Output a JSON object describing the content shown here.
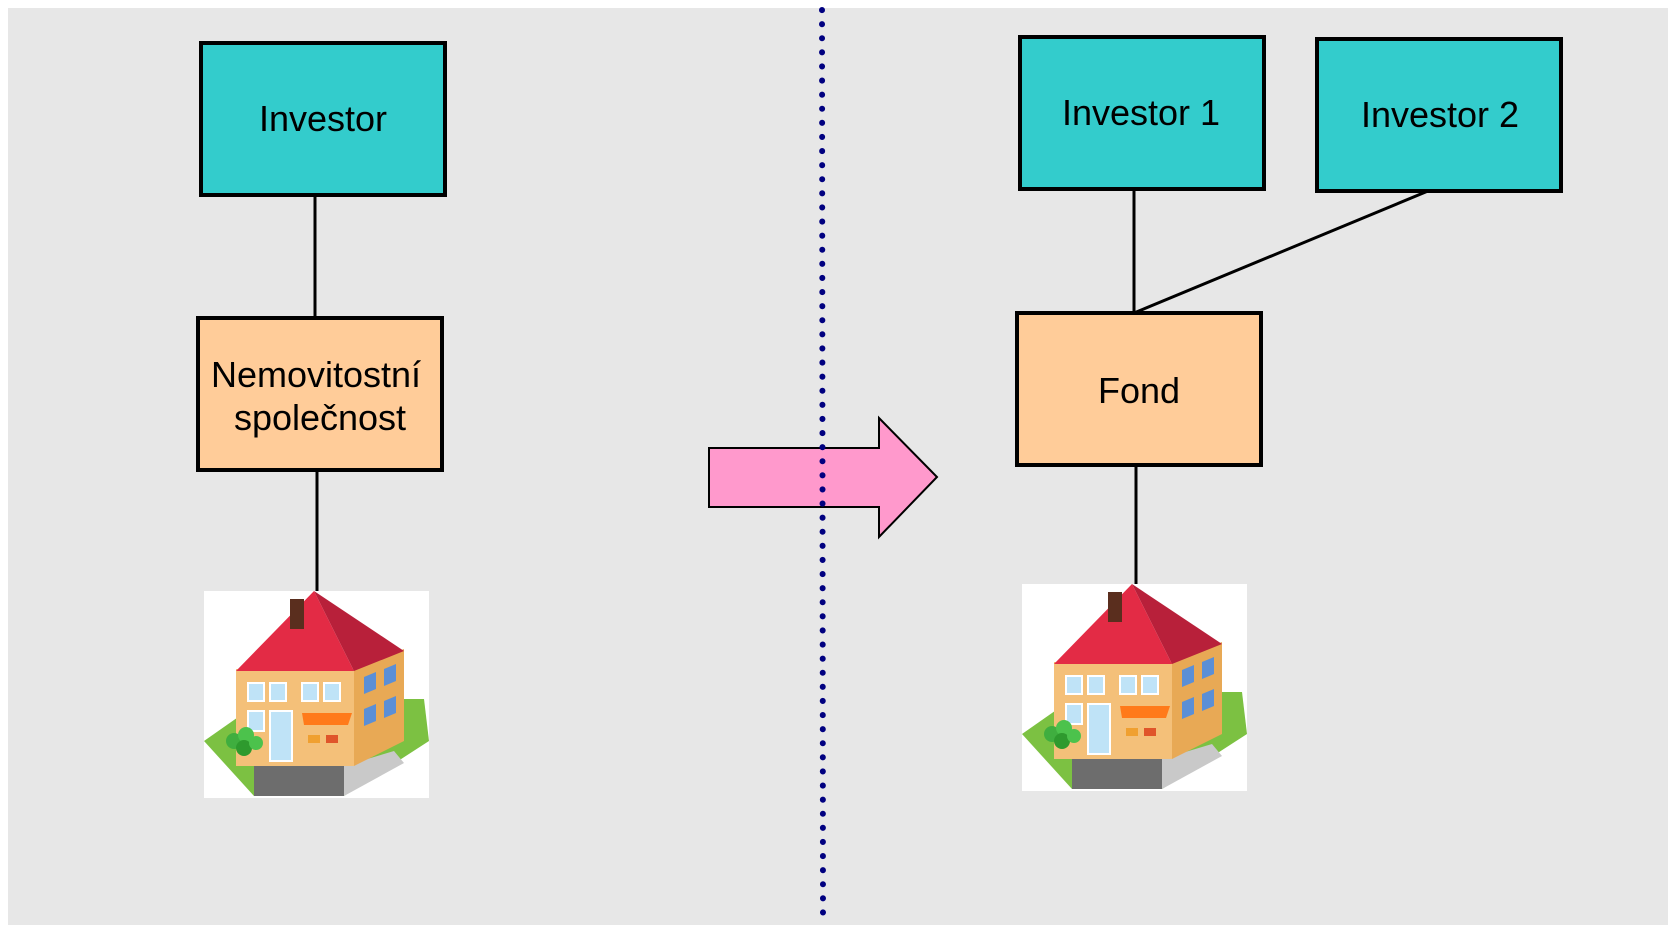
{
  "colors": {
    "background": "#e7e7e7",
    "investor_fill": "#33cccc",
    "company_fill": "#ffcc99",
    "arrow_fill": "#ff99cc",
    "divider": "#000080",
    "roof": "#e32b45",
    "wall": "#f4c079",
    "grass": "#7cc142"
  },
  "left": {
    "investor_label": "Investor",
    "company_label_line1": "Nemovitostní",
    "company_label_line2": "společnost",
    "property_icon": "house-icon"
  },
  "right": {
    "investor1_label": "Investor 1",
    "investor2_label": "Investor 2",
    "fund_label": "Fond",
    "property_icon": "house-icon"
  },
  "transition_icon": "arrow-right-icon"
}
